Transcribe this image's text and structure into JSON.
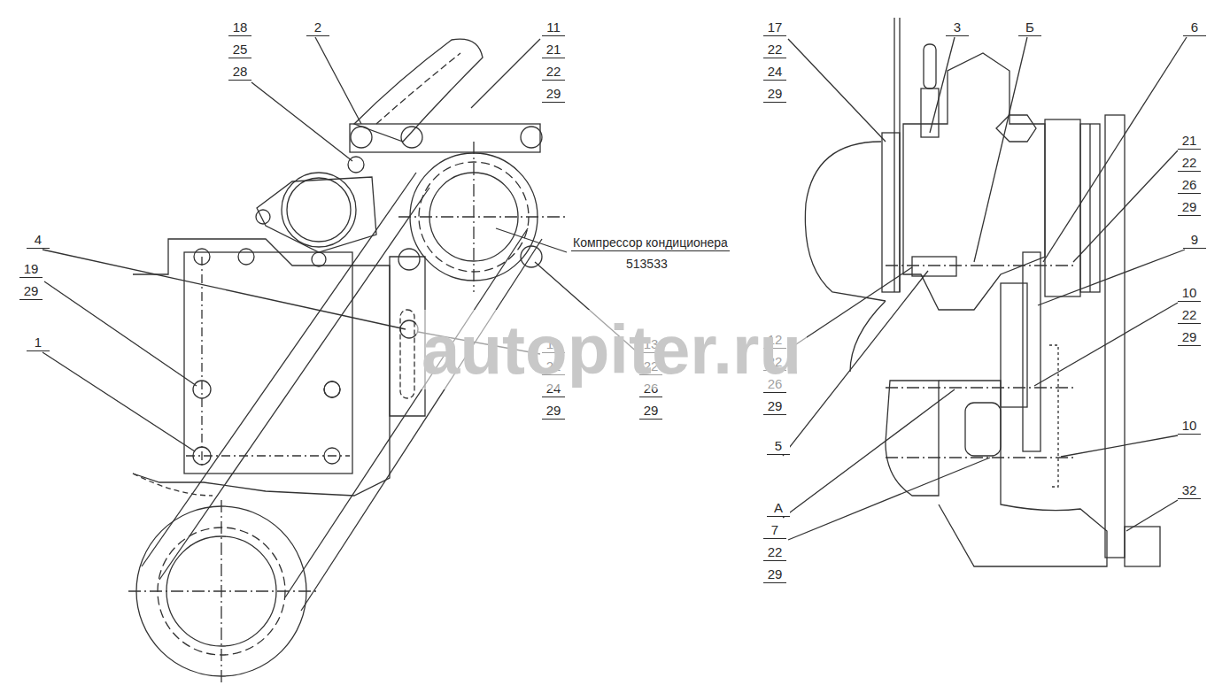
{
  "diagram": {
    "labels": [
      "18",
      "25",
      "28",
      "2",
      "11",
      "21",
      "22",
      "29",
      "Компрессор кондиционера",
      "513533",
      "4",
      "19",
      "29",
      "1",
      "19",
      "22",
      "24",
      "29",
      "13",
      "22",
      "26",
      "29",
      "17",
      "22",
      "24",
      "29",
      "3",
      "Б",
      "6",
      "21",
      "22",
      "26",
      "29",
      "9",
      "10",
      "22",
      "29",
      "10",
      "32",
      "12",
      "22",
      "26",
      "29",
      "5",
      "А",
      "7",
      "22",
      "29",
      "autopiter.ru"
    ]
  }
}
